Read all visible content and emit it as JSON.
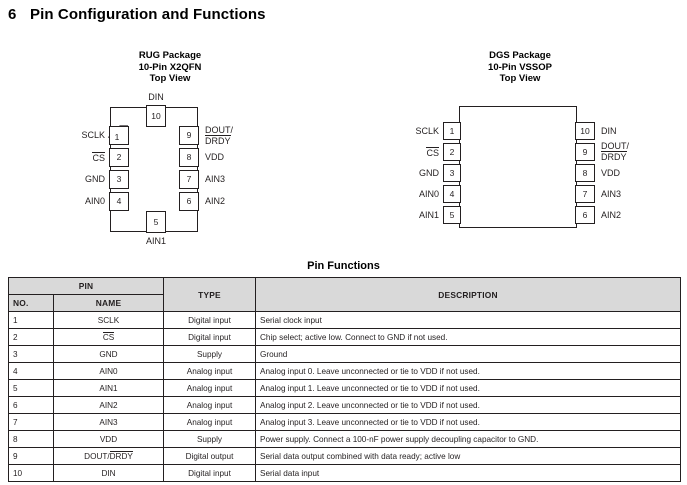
{
  "section": {
    "number": "6",
    "title": "Pin Configuration and Functions"
  },
  "packages": [
    {
      "id": "rug",
      "title_lines": [
        "RUG Package",
        "10-Pin X2QFN",
        "Top View"
      ],
      "top_pin": {
        "num": "10",
        "label": "DIN"
      },
      "bottom_pin": {
        "num": "5",
        "label": "AIN1"
      },
      "left_pins": [
        {
          "num": "1",
          "label": "SCLK",
          "overline": ""
        },
        {
          "num": "2",
          "label": "CS",
          "overline": "CS"
        },
        {
          "num": "3",
          "label": "GND",
          "overline": ""
        },
        {
          "num": "4",
          "label": "AIN0",
          "overline": ""
        }
      ],
      "right_pins": [
        {
          "num": "9",
          "label_line1": "DOUT/",
          "label_line2": "DRDY",
          "line2_overline": true
        },
        {
          "num": "8",
          "label_line1": "VDD",
          "label_line2": "",
          "line2_overline": false
        },
        {
          "num": "7",
          "label_line1": "AIN3",
          "label_line2": "",
          "line2_overline": false
        },
        {
          "num": "6",
          "label_line1": "AIN2",
          "label_line2": "",
          "line2_overline": false
        }
      ]
    },
    {
      "id": "dgs",
      "title_lines": [
        "DGS Package",
        "10-Pin VSSOP",
        "Top View"
      ],
      "left_pins": [
        {
          "num": "1",
          "label": "SCLK",
          "overline": ""
        },
        {
          "num": "2",
          "label": "CS",
          "overline": "CS"
        },
        {
          "num": "3",
          "label": "GND",
          "overline": ""
        },
        {
          "num": "4",
          "label": "AIN0",
          "overline": ""
        },
        {
          "num": "5",
          "label": "AIN1",
          "overline": ""
        }
      ],
      "right_pins": [
        {
          "num": "10",
          "label_line1": "DIN",
          "label_line2": "",
          "line2_overline": false
        },
        {
          "num": "9",
          "label_line1": "DOUT/",
          "label_line2": "DRDY",
          "line2_overline": true
        },
        {
          "num": "8",
          "label_line1": "VDD",
          "label_line2": "",
          "line2_overline": false
        },
        {
          "num": "7",
          "label_line1": "AIN3",
          "label_line2": "",
          "line2_overline": false
        },
        {
          "num": "6",
          "label_line1": "AIN2",
          "label_line2": "",
          "line2_overline": false
        }
      ]
    }
  ],
  "table": {
    "title": "Pin Functions",
    "group_header": "PIN",
    "headers": {
      "no": "NO.",
      "name": "NAME",
      "type": "TYPE",
      "description": "DESCRIPTION"
    },
    "rows": [
      {
        "no": "1",
        "name": "SCLK",
        "name_overline": "",
        "type": "Digital input",
        "description": "Serial clock input"
      },
      {
        "no": "2",
        "name": "CS",
        "name_overline": "CS",
        "type": "Digital input",
        "description": "Chip select; active low. Connect to GND if not used."
      },
      {
        "no": "3",
        "name": "GND",
        "name_overline": "",
        "type": "Supply",
        "description": "Ground"
      },
      {
        "no": "4",
        "name": "AIN0",
        "name_overline": "",
        "type": "Analog input",
        "description": "Analog input 0. Leave unconnected or tie to VDD if not used."
      },
      {
        "no": "5",
        "name": "AIN1",
        "name_overline": "",
        "type": "Analog input",
        "description": "Analog input 1. Leave unconnected or tie to VDD if not used."
      },
      {
        "no": "6",
        "name": "AIN2",
        "name_overline": "",
        "type": "Analog input",
        "description": "Analog input 2. Leave unconnected or tie to VDD if not used."
      },
      {
        "no": "7",
        "name": "AIN3",
        "name_overline": "",
        "type": "Analog input",
        "description": "Analog input 3. Leave unconnected or tie to VDD if not used."
      },
      {
        "no": "8",
        "name": "VDD",
        "name_overline": "",
        "type": "Supply",
        "description": "Power supply. Connect a 100-nF power supply decoupling capacitor to GND."
      },
      {
        "no": "9",
        "name": "DOUT/DRDY",
        "name_overline": "DRDY",
        "type": "Digital output",
        "description": "Serial data output combined with data ready; active low"
      },
      {
        "no": "10",
        "name": "DIN",
        "name_overline": "",
        "type": "Digital input",
        "description": "Serial data input"
      }
    ]
  },
  "colors": {
    "header_fill": "#d9d9d9",
    "ink": "#231f20"
  }
}
